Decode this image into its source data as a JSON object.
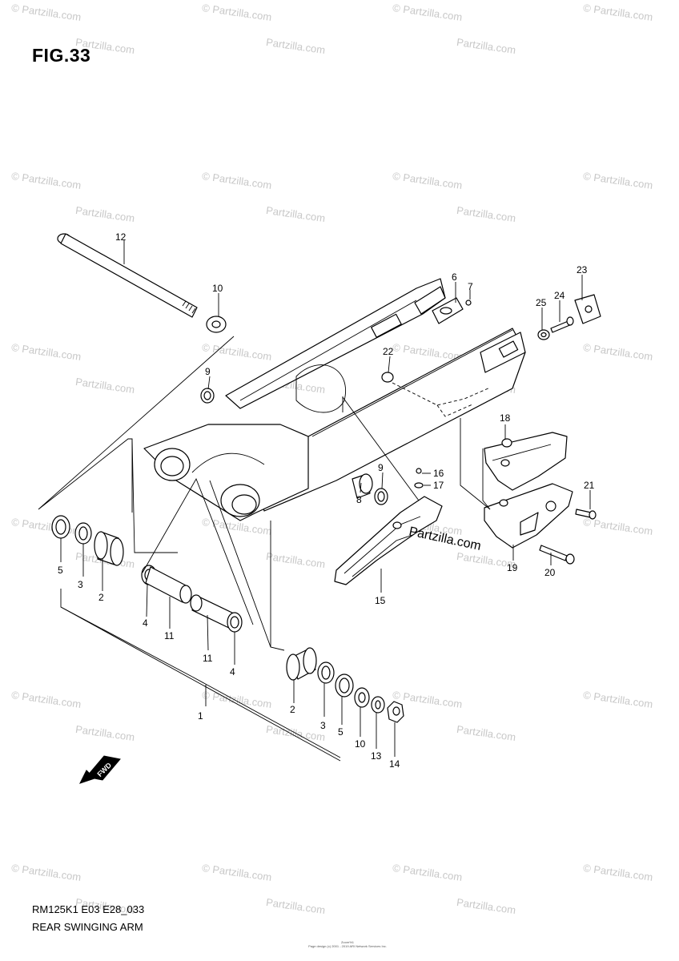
{
  "figure": {
    "title": "FIG.33",
    "model_code": "RM125K1 E03 E28_033",
    "diagram_name": "REAR SWINGING ARM",
    "footer_small_line1": "Zoom%1",
    "footer_small_line2": "Page design (c) 2001 - 2019 ARI Network Services Inc.",
    "fwd_label": "FWD"
  },
  "watermark": {
    "text": "© Partzilla.com",
    "overlay_text": "Partzilla.com"
  },
  "callouts": {
    "n1": "1",
    "n2a": "2",
    "n2b": "2",
    "n3a": "3",
    "n3b": "3",
    "n4a": "4",
    "n4b": "4",
    "n5a": "5",
    "n5b": "5",
    "n6": "6",
    "n7": "7",
    "n8": "8",
    "n9a": "9",
    "n9b": "9",
    "n10a": "10",
    "n10b": "10",
    "n11a": "11",
    "n11b": "11",
    "n12": "12",
    "n13": "13",
    "n14": "14",
    "n15": "15",
    "n16": "16",
    "n17": "17",
    "n18": "18",
    "n19": "19",
    "n20": "20",
    "n21": "21",
    "n22": "22",
    "n23": "23",
    "n24": "24",
    "n25": "25"
  }
}
